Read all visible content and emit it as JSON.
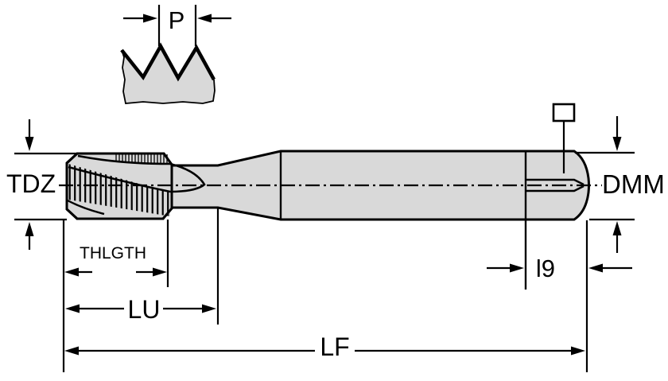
{
  "labels": {
    "pitch": "P",
    "thread_designation": "TDZ",
    "shank_diameter": "DMM",
    "thread_length": "THLGTH",
    "usable_length": "LU",
    "overall_length": "LF",
    "square_length": "l9"
  },
  "icons": {
    "square_drive": "square-drive-icon"
  },
  "colors": {
    "body_fill": "#d9d9d9",
    "outline": "#000000",
    "background": "#ffffff"
  }
}
